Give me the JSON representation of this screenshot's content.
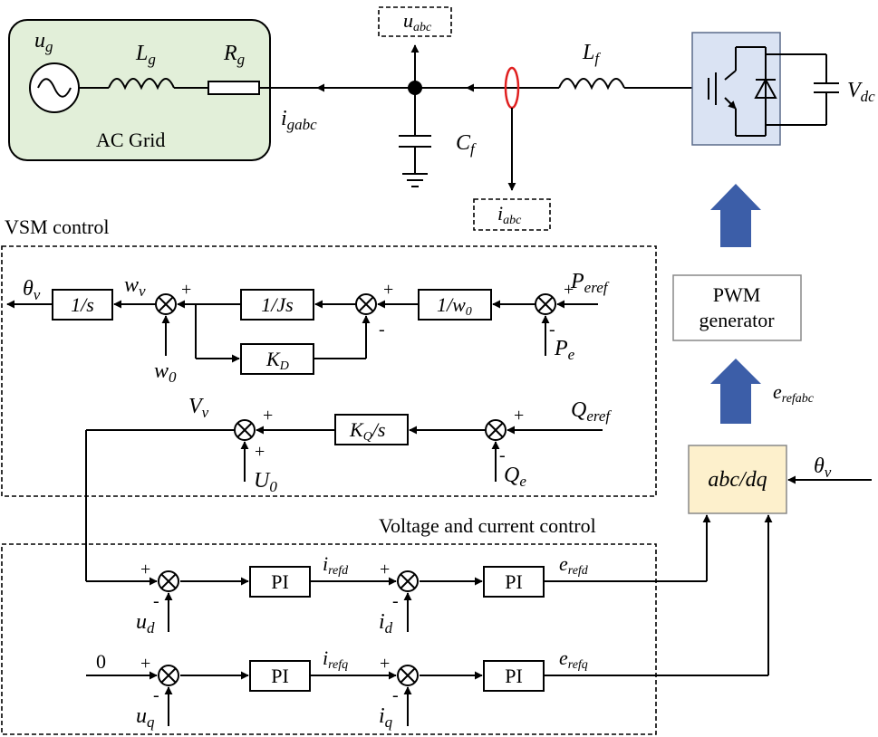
{
  "grid": {
    "title": "AC Grid",
    "source": "u",
    "source_sub": "g",
    "inductor": "L",
    "inductor_sub": "g",
    "resistor": "R",
    "resistor_sub": "g",
    "current": "i",
    "current_sub": "gabc"
  },
  "filter": {
    "inductor": "L",
    "inductor_sub": "f",
    "capacitor": "C",
    "capacitor_sub": "f",
    "voltage_meas": "u",
    "voltage_meas_sub": "abc",
    "current_meas": "i",
    "current_meas_sub": "abc"
  },
  "inverter": {
    "dc_voltage": "V",
    "dc_voltage_sub": "dc"
  },
  "pwm": {
    "line1": "PWM",
    "line2": "generator",
    "signal": "e",
    "signal_sub": "refabc"
  },
  "transform": {
    "label": "abc/dq",
    "theta": "θ",
    "theta_sub": "v"
  },
  "vsm": {
    "title": "VSM control",
    "theta": "θ",
    "theta_sub": "v",
    "omega": "w",
    "omega_sub": "v",
    "integrator": "1/s",
    "inertia": "1/Js",
    "damping": "K",
    "damping_sub": "D",
    "norm": "1/w",
    "norm_sub": "0",
    "omega0": "w",
    "omega0_sub": "0",
    "p_ref": "P",
    "p_ref_sub": "eref",
    "p_e": "P",
    "p_e_sub": "e",
    "v_v": "V",
    "v_v_sub": "v",
    "u0": "U",
    "u0_sub": "0",
    "kq": "K",
    "kq_sub": "Q",
    "kq_suffix": "/s",
    "q_ref": "Q",
    "q_ref_sub": "eref",
    "q_e": "Q",
    "q_e_sub": "e",
    "plus": "+",
    "minus": "-"
  },
  "vc": {
    "title": "Voltage and current control",
    "pi": "PI",
    "zero": "0",
    "ud": "u",
    "ud_sub": "d",
    "uq": "u",
    "uq_sub": "q",
    "id": "i",
    "id_sub": "d",
    "iq": "i",
    "iq_sub": "q",
    "irefd": "i",
    "irefd_sub": "refd",
    "irefq": "i",
    "irefq_sub": "refq",
    "erefd": "e",
    "erefd_sub": "refd",
    "erefq": "e",
    "erefq_sub": "refq"
  },
  "colors": {
    "grid_fill": "#e2efd9",
    "inverter_fill": "#dae3f3",
    "transform_fill": "#fdf0cc",
    "arrow_fill": "#3c5ea8",
    "ct_color": "#e02020"
  }
}
